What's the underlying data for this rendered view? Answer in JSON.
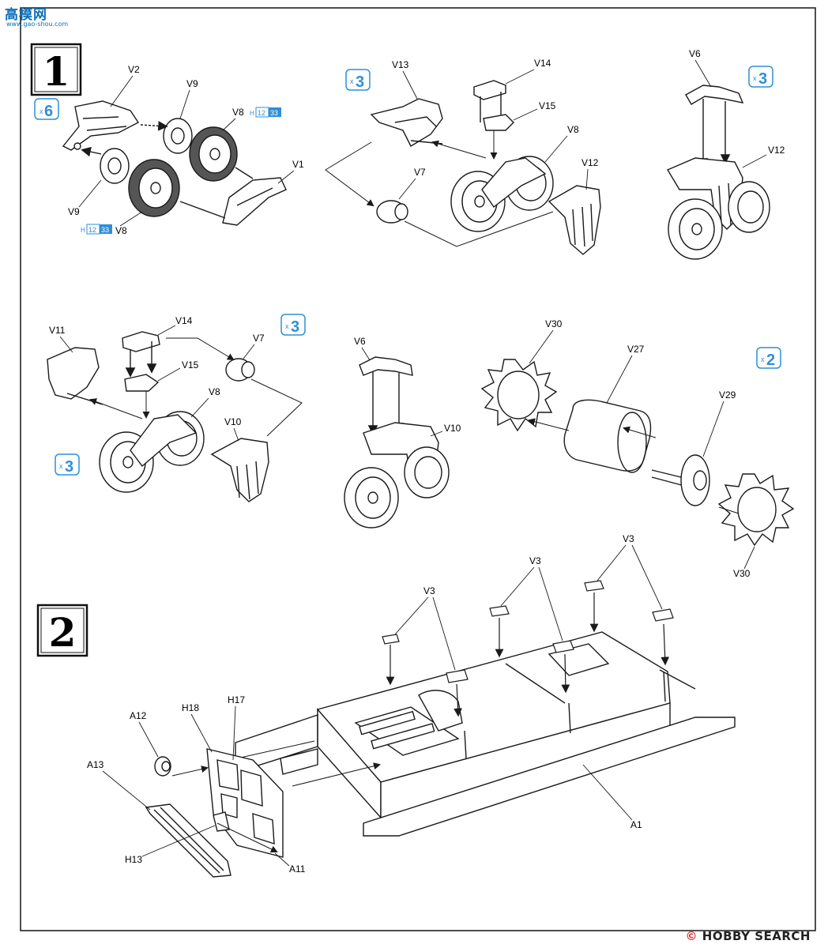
{
  "watermark_top": {
    "brand": "高模网",
    "url": "www.gao-shou.com"
  },
  "watermark_bottom": {
    "mark": "©",
    "brand": "HOBBY",
    "search": "SEARCH"
  },
  "steps": {
    "s1": "1",
    "s2": "2"
  },
  "multipliers": {
    "m6": "6",
    "m3a": "3",
    "m3b": "3",
    "m3c": "3",
    "m3d": "3",
    "m2": "2",
    "x": "x"
  },
  "paint_codes": {
    "h": "H",
    "c1": "12",
    "c2": "33"
  },
  "labels": {
    "V1": "V1",
    "V2": "V2",
    "V3": "V3",
    "V6": "V6",
    "V7": "V7",
    "V8": "V8",
    "V9": "V9",
    "V10": "V10",
    "V11": "V11",
    "V12": "V12",
    "V13": "V13",
    "V14": "V14",
    "V15": "V15",
    "V27": "V27",
    "V29": "V29",
    "V30": "V30",
    "A1": "A1",
    "A11": "A11",
    "A12": "A12",
    "A13": "A13",
    "H13": "H13",
    "H17": "H17",
    "H18": "H18"
  },
  "colors": {
    "paint_badge": "#2e8fd6",
    "multiplier": "#2e8fd6",
    "line": "#1a1a1a",
    "tire": "#555555"
  }
}
